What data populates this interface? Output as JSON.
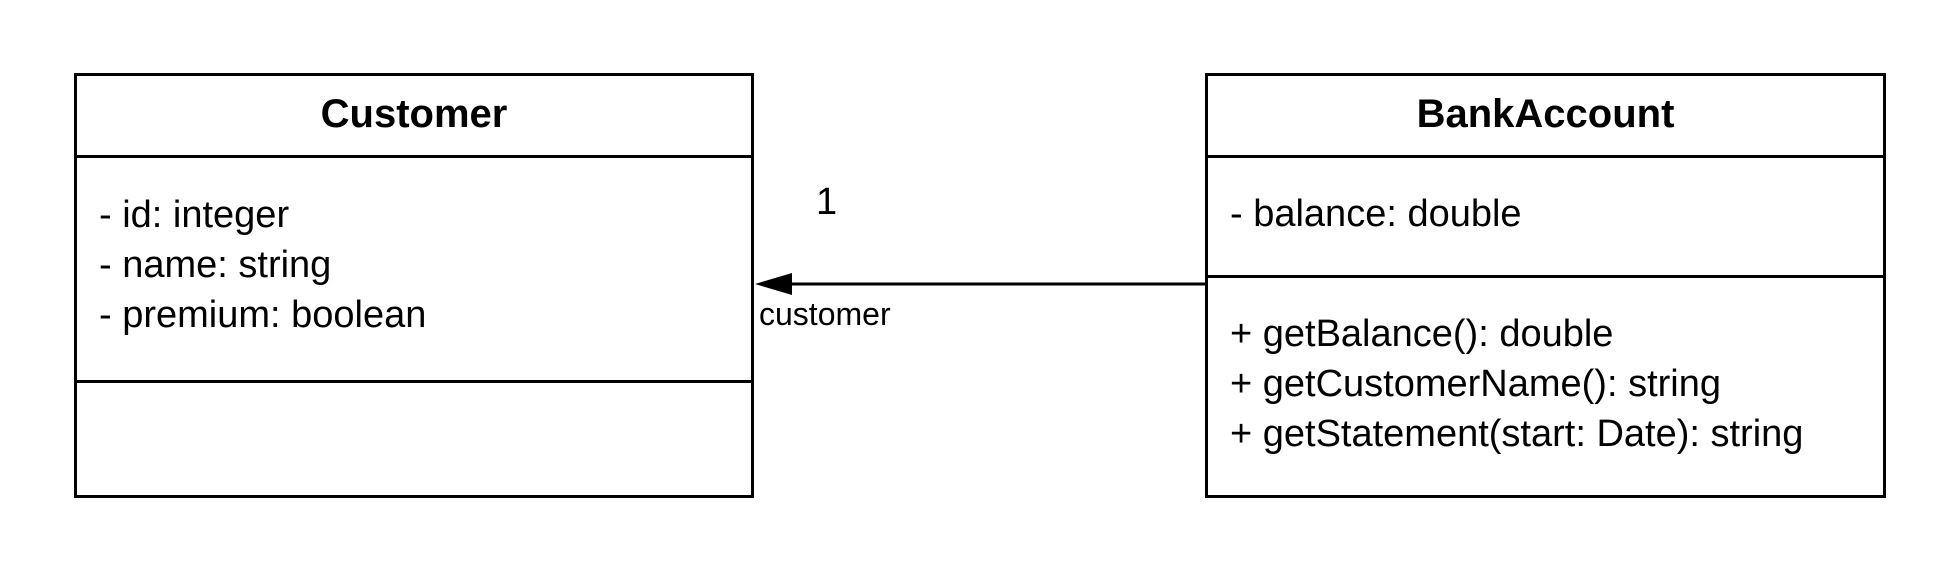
{
  "classes": {
    "customer": {
      "name": "Customer",
      "attributes": [
        "- id: integer",
        "- name: string",
        "- premium: boolean"
      ],
      "operations": []
    },
    "bank_account": {
      "name": "BankAccount",
      "attributes": [
        "- balance: double"
      ],
      "operations": [
        "+ getBalance(): double",
        "+ getCustomerName(): string",
        "+ getStatement(start: Date): string"
      ]
    }
  },
  "association": {
    "source": "BankAccount",
    "target": "Customer",
    "multiplicity": "1",
    "role": "customer",
    "navigable": true
  },
  "colors": {
    "stroke": "#000000",
    "background": "#ffffff"
  }
}
